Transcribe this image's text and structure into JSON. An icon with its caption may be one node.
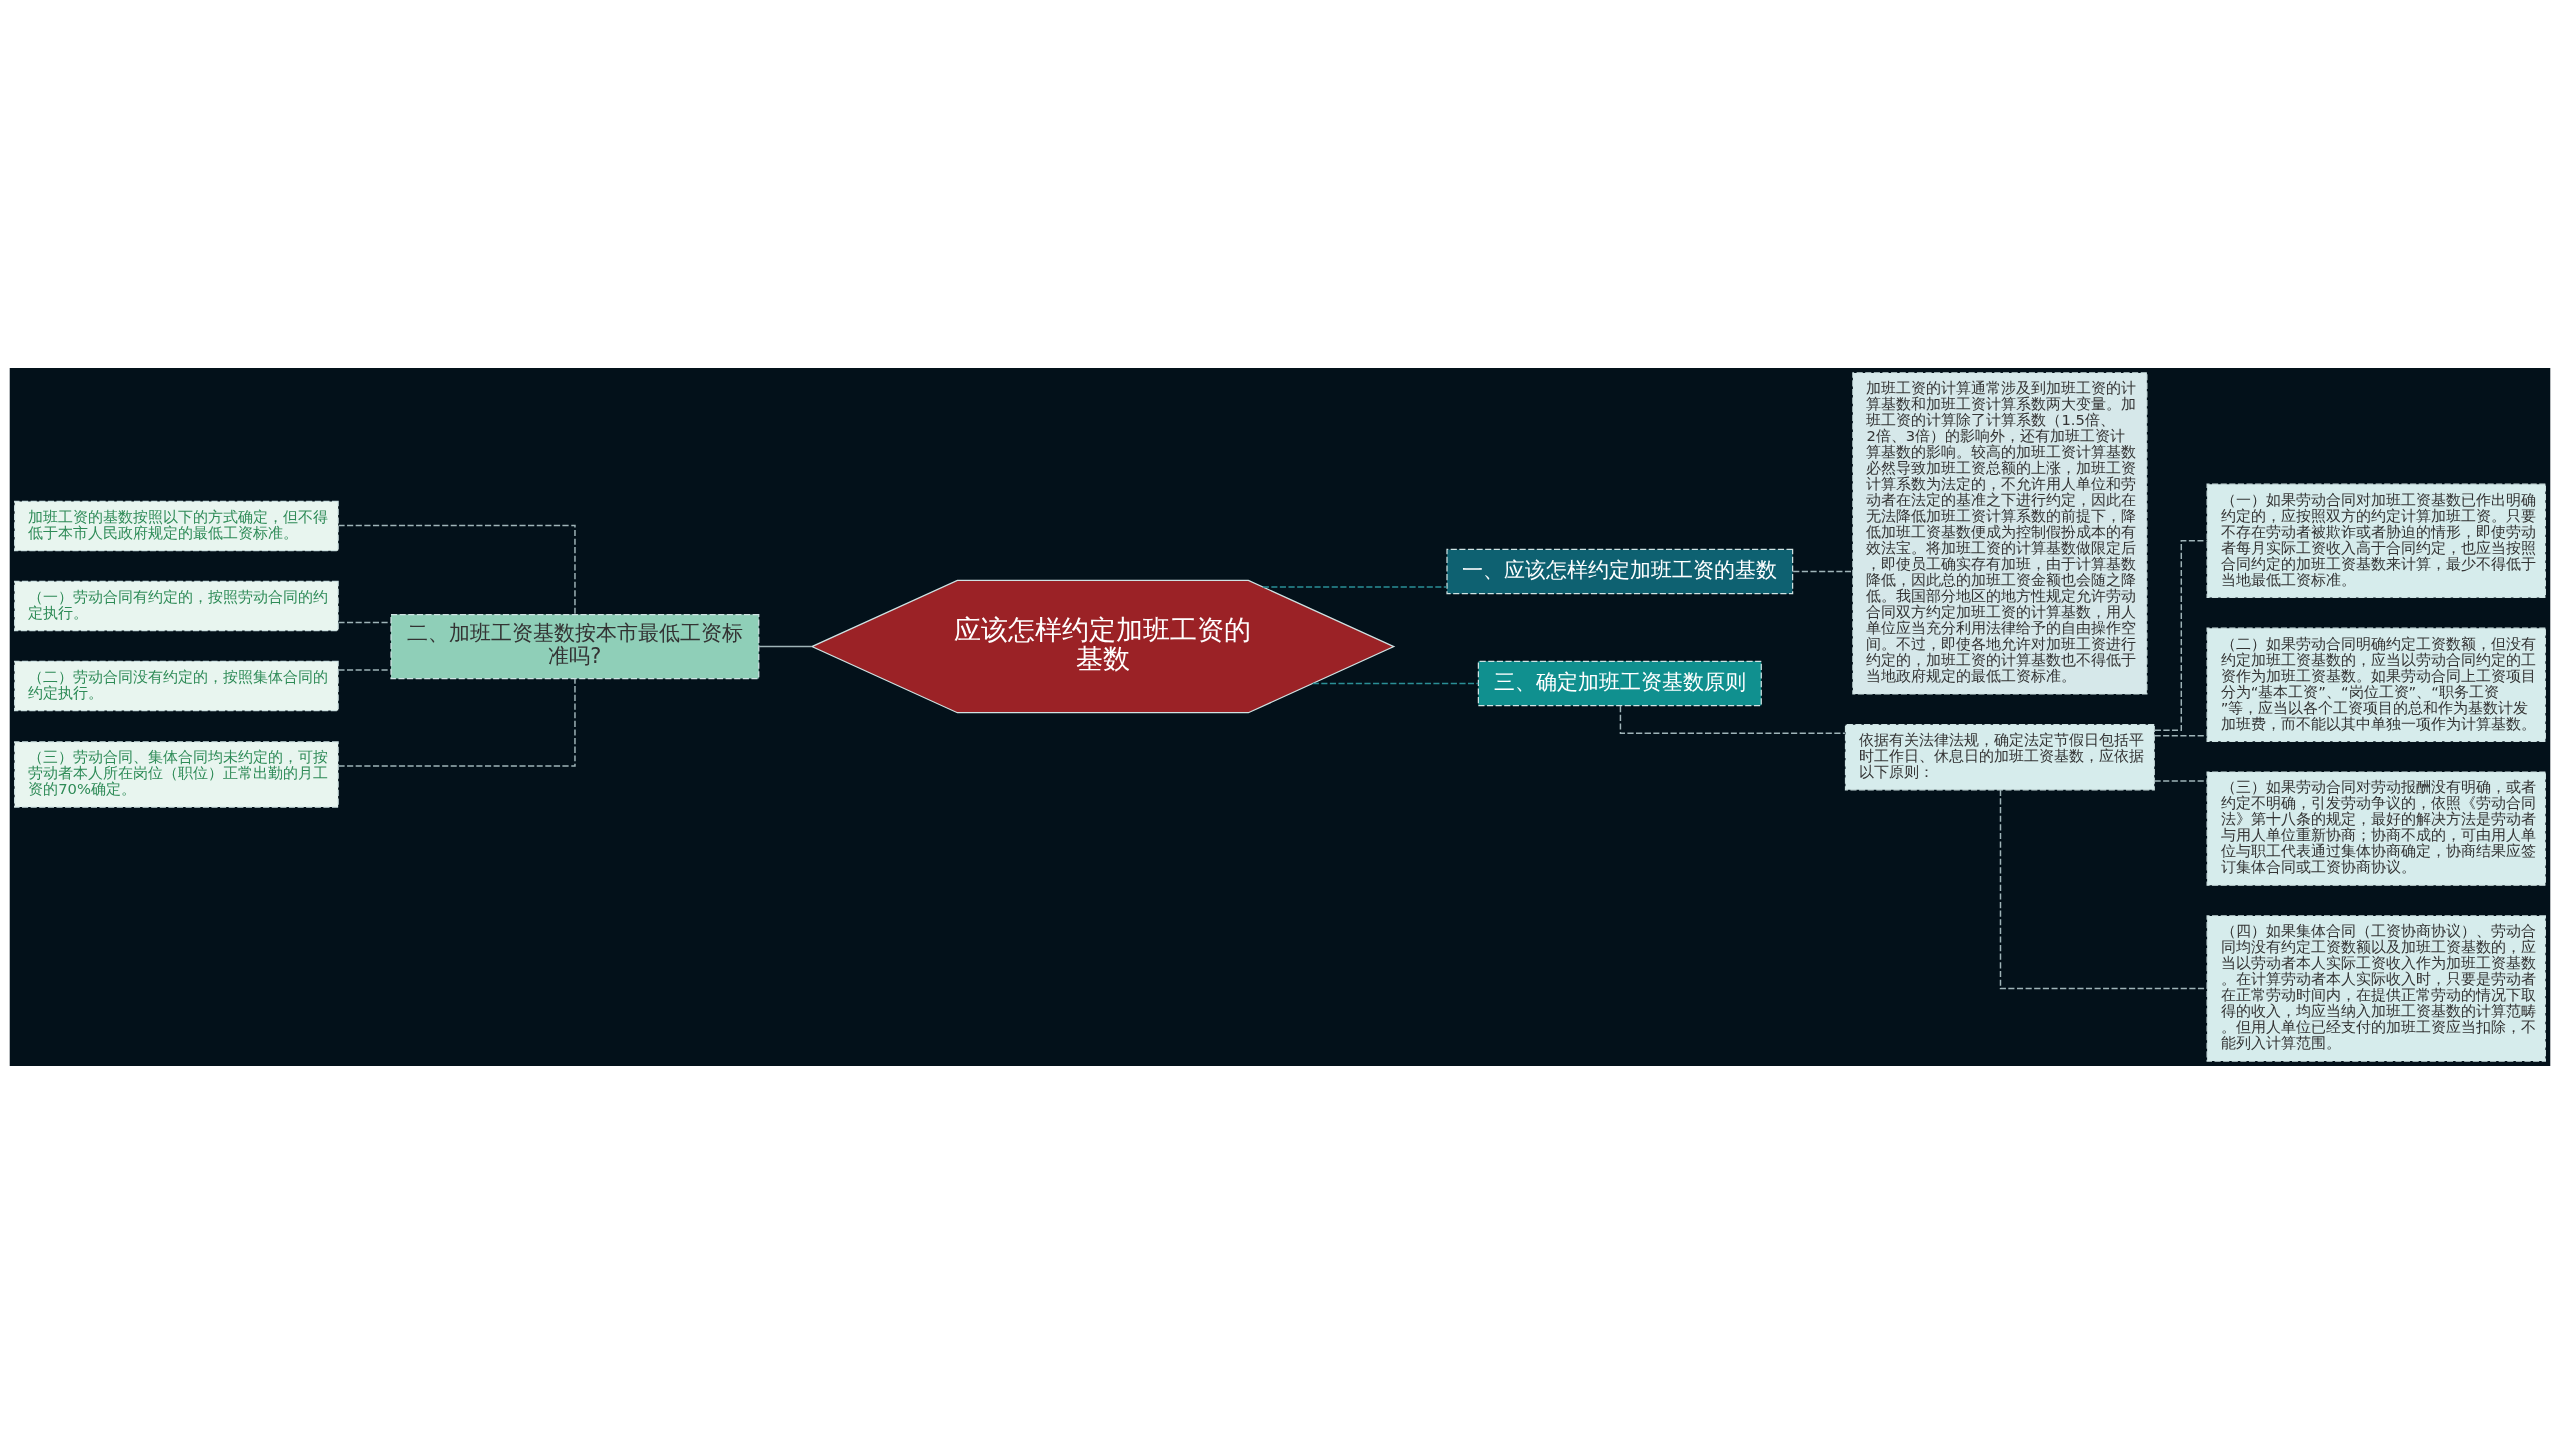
{
  "diagram": {
    "nodes": [
      {
        "text": [
          "应该怎样约定加班工资的基数"
        ]
      },
      {
        "text": [
          "一、应该怎样约定加班工资的基数"
        ]
      },
      {
        "text": [
          "加班工资的计算通常涉及到加班工资的计算基数和加班工资计算系数两大变量。加班工资的计算除了计算系数（1.5倍、2倍、3倍）的影响外，还有加班工资计算基数的影响。较高的加班工资计算基数必然导致加班工资总额的上涨，加班工资计算系数为法定的，不允许用人单位和劳动者在法定的基准之下进行约定，因此在无法降低加班工资计算系数的前提下，降低加班工资基数便成为控制假扮成本的有效法宝。将加班工资的计算基数做限定后，即使员工确实存有加班，由于计算基数降低，因此总的加班工资金额也会随之降低。我国部分地区的地方性规定允许劳动合同双方约定加班工资的计算基数，用人单位应当充分利用法律给予的自由操作空间。不过，即使各地允许对加班工资进行约定的，加班工资的计算基数也不得低于当地政府规定的最低工资标准。"
        ]
      },
      {
        "text": [
          "二、加班工资基数按本市最低工资标准吗?"
        ]
      },
      {
        "text": [
          "加班工资的基数按照以下的方式确定，但不得低于本市人民政府规定的最低工资标准。"
        ]
      },
      {
        "text": [
          "（一）劳动合同有约定的，按照劳动合同的约定执行。"
        ]
      },
      {
        "text": [
          "（二）劳动合同没有约定的，按照集体合同的约定执行。"
        ]
      },
      {
        "text": [
          "（三）劳动合同、集体合同均未约定的，可按劳动者本人所在岗位（职位）正常出勤的月工资的70%确定。"
        ]
      },
      {
        "text": [
          "三、确定加班工资基数原则"
        ]
      },
      {
        "text": [
          "依据有关法律法规，确定法定节假日包括平时工作日、休息日的加班工资基数，应依据以下原则："
        ]
      },
      {
        "text": [
          "（一）如果劳动合同对加班工资基数已作出明确约定的，应按照双方的约定计算加班工资。只要不存在劳动者被欺诈或者胁迫的情形，即使劳动者每月实际工资收入高于合同约定，也应当按照合同约定的加班工资基数来计算，最少不得低于当地最低工资标准。"
        ]
      },
      {
        "text": [
          "（二）如果劳动合同明确约定工资数额，但没有约定加班工资基数的，应当以劳动合同约定的工资作为加班工资基数。如果劳动合同上工资项目分为“基本工资”、“岗位工资”、“职务工资”等，应当以各个工资项目的总和作为基数计发加班费，而不能以其中单独一项作为计算基数。"
        ]
      },
      {
        "text": [
          "（三）如果劳动合同对劳动报酬没有明确，或者约定不明确，引发劳动争议的，依照《劳动合同法》第十八条的规定，最好的解决方法是劳动者与用人单位重新协商；协商不成的，可由用人单位与职工代表通过集体协商确定，协商结果应签订集体合同或工资协商协议。"
        ]
      },
      {
        "text": [
          "（四）如果集体合同（工资协商协议）、劳动合同均没有约定工资数额以及加班工资基数的，应当以劳动者本人实际工资收入作为加班工资基数。在计算劳动者本人实际收入时，只要是劳动者在正常劳动时间内，在提供正常劳动的情况下取得的收入，均应当纳入加班工资基数的计算范畴。但用人单位已经支付的加班工资应当扣除，不能列入计算范围。"
        ]
      }
    ],
    "edges": [
      {
        "from": 0,
        "to": 1,
        "arrow": "none",
        "style": "dashed",
        "color": "#2a8f96"
      },
      {
        "from": 1,
        "to": 2,
        "arrow": "none",
        "style": "dashed"
      },
      {
        "from": 0,
        "to": 3,
        "arrow": "none"
      },
      {
        "from": 3,
        "to": 4,
        "arrow": "none",
        "style": "dashed"
      },
      {
        "from": 3,
        "to": 5,
        "arrow": "none",
        "style": "dashed"
      },
      {
        "from": 3,
        "to": 6,
        "arrow": "none",
        "style": "dashed"
      },
      {
        "from": 3,
        "to": 7,
        "arrow": "none",
        "style": "dashed"
      },
      {
        "from": 0,
        "to": 8,
        "arrow": "none",
        "style": "dashed",
        "color": "#2a8f96"
      },
      {
        "from": 8,
        "to": 9,
        "arrow": "none",
        "style": "dashed"
      },
      {
        "from": 9,
        "to": 10,
        "arrow": "none",
        "style": "dashed"
      },
      {
        "from": 9,
        "to": 11,
        "arrow": "none",
        "style": "dashed"
      },
      {
        "from": 9,
        "to": 12,
        "arrow": "none",
        "style": "dashed"
      },
      {
        "from": 9,
        "to": 13,
        "arrow": "none",
        "style": "dashed"
      }
    ]
  }
}
